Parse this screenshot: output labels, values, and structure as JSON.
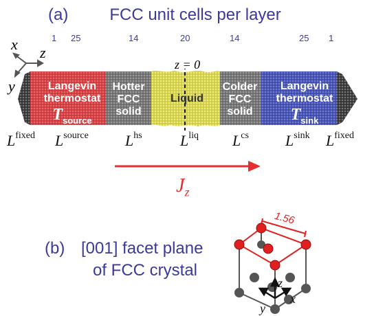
{
  "panel_a": {
    "label": "(a)",
    "title": "FCC unit cells per layer",
    "counts": [
      "1",
      "25",
      "14",
      "20",
      "14",
      "25",
      "1"
    ],
    "z_zero": "z = 0",
    "segments": {
      "source": {
        "line1": "Langevin",
        "line2": "thermostat",
        "T": "T",
        "T_sub": "source",
        "color": "#d9474a"
      },
      "hotter": {
        "line1": "Hotter",
        "line2": "FCC",
        "line3": "solid",
        "color": "#7a7a7a"
      },
      "liquid": {
        "line1": "Liquid",
        "color": "#e0dd5a"
      },
      "colder": {
        "line1": "Colder",
        "line2": "FCC",
        "line3": "solid",
        "color": "#7a7a7a"
      },
      "sink": {
        "line1": "Langevin",
        "line2": "thermostat",
        "T": "T",
        "T_sub": "sink",
        "color": "#4a56b8"
      }
    },
    "L_labels": [
      {
        "base": "L",
        "sup": "fixed"
      },
      {
        "base": "L",
        "sup": "source"
      },
      {
        "base": "L",
        "sup": "hs"
      },
      {
        "base": "L",
        "sup": "liq"
      },
      {
        "base": "L",
        "sup": "cs"
      },
      {
        "base": "L",
        "sup": "sink"
      },
      {
        "base": "L",
        "sup": "fixed"
      }
    ],
    "axes": {
      "x": "x",
      "z": "z",
      "y": "y"
    },
    "flux": {
      "J": "J",
      "sub": "z",
      "color": "#e53030"
    }
  },
  "panel_b": {
    "label": "(b)",
    "line1": "[001] facet plane",
    "line2": "of FCC crystal",
    "dimension": "1.56",
    "axes": {
      "z": "z",
      "x": "x",
      "y": "y"
    },
    "highlight_color": "#e02020",
    "atom_color": "#555555"
  }
}
